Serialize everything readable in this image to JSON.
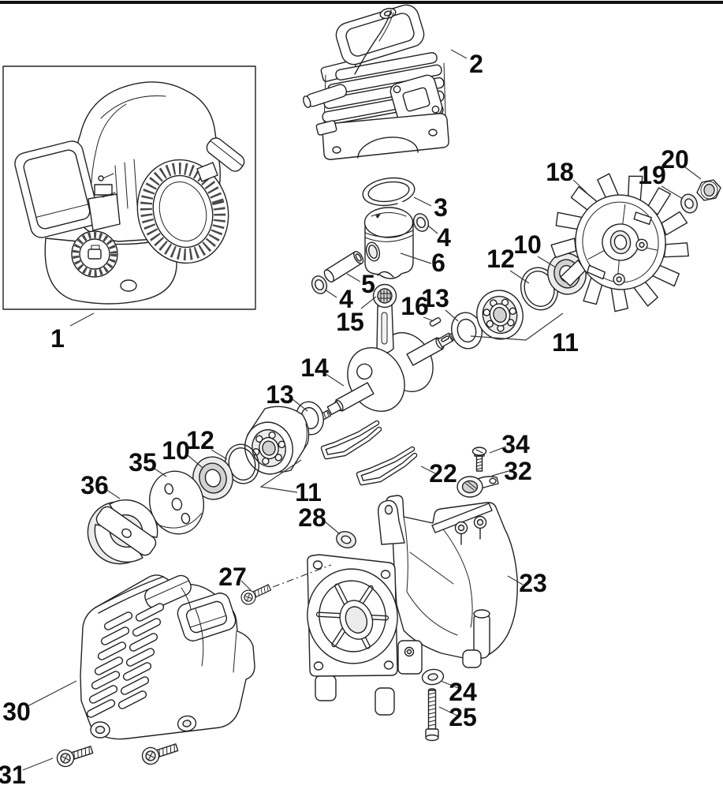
{
  "meta": {
    "type": "exploded-parts-diagram",
    "subject": "two-stroke engine: cylinder, piston, crankshaft, flywheel, crankcase, starter housing and clutch",
    "background_color": "#ffffff",
    "line_color": "#222222",
    "label_color": "#0d0d0d"
  },
  "callouts": [
    {
      "number": "1",
      "id": "engine-assembly"
    },
    {
      "number": "2",
      "id": "cylinder"
    },
    {
      "number": "3",
      "id": "piston-ring"
    },
    {
      "number": "4",
      "id": "pin-circlip-right"
    },
    {
      "number": "6",
      "id": "piston"
    },
    {
      "number": "5",
      "id": "piston-pin"
    },
    {
      "number": "4",
      "id": "pin-circlip-left"
    },
    {
      "number": "15",
      "id": "connecting-rod"
    },
    {
      "number": "16",
      "id": "woodruff-key"
    },
    {
      "number": "13",
      "id": "washer-right"
    },
    {
      "number": "12",
      "id": "seal-ring-right"
    },
    {
      "number": "10",
      "id": "oil-seal-right"
    },
    {
      "number": "11",
      "id": "bearing-kit-right"
    },
    {
      "number": "14",
      "id": "crankshaft"
    },
    {
      "number": "13",
      "id": "washer-left"
    },
    {
      "number": "18",
      "id": "flywheel"
    },
    {
      "number": "19",
      "id": "washer-flywheel"
    },
    {
      "number": "20",
      "id": "flywheel-nut"
    },
    {
      "number": "12",
      "id": "seal-ring-left"
    },
    {
      "number": "10",
      "id": "oil-seal-left"
    },
    {
      "number": "35",
      "id": "clutch-plate"
    },
    {
      "number": "36",
      "id": "clutch"
    },
    {
      "number": "11",
      "id": "bearing-kit-left"
    },
    {
      "number": "28",
      "id": "washer-crankcase"
    },
    {
      "number": "22",
      "id": "retainer-wires"
    },
    {
      "number": "34",
      "id": "screw-clamp"
    },
    {
      "number": "32",
      "id": "cable-clamp"
    },
    {
      "number": "23",
      "id": "crankcase"
    },
    {
      "number": "27",
      "id": "screw-crankcase"
    },
    {
      "number": "24",
      "id": "washer-bolt"
    },
    {
      "number": "25",
      "id": "bolt"
    },
    {
      "number": "30",
      "id": "starter-housing"
    },
    {
      "number": "31",
      "id": "screws-starter"
    }
  ]
}
